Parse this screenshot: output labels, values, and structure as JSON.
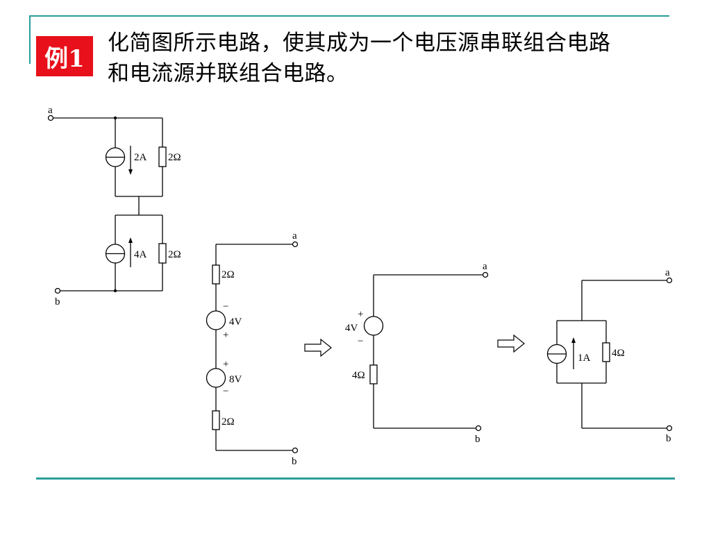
{
  "badge": "例1",
  "title_lines": [
    "化简图所示电路，使其成为一个电压源串联组合电路",
    "和电流源并联组合电路。"
  ],
  "colors": {
    "accent_rule": "#2a9d98",
    "badge_bg": "#e8101a",
    "wire": "#000000"
  },
  "circuit_1": {
    "terminal_a": "a",
    "terminal_b": "b",
    "source_top": "2A",
    "resistor_top": "2Ω",
    "source_bottom": "4A",
    "resistor_bottom": "2Ω"
  },
  "circuit_2": {
    "terminal_a": "a",
    "terminal_b": "b",
    "r1": "2Ω",
    "v1": "4V",
    "v1_top": "−",
    "v1_bottom": "+",
    "v2": "8V",
    "v2_top": "+",
    "v2_bottom": "−",
    "r2": "2Ω"
  },
  "circuit_3": {
    "terminal_a": "a",
    "terminal_b": "b",
    "v": "4V",
    "v_top": "+",
    "v_bottom": "−",
    "r": "4Ω"
  },
  "circuit_4": {
    "terminal_a": "a",
    "terminal_b": "b",
    "source": "1A",
    "resistor": "4Ω"
  }
}
